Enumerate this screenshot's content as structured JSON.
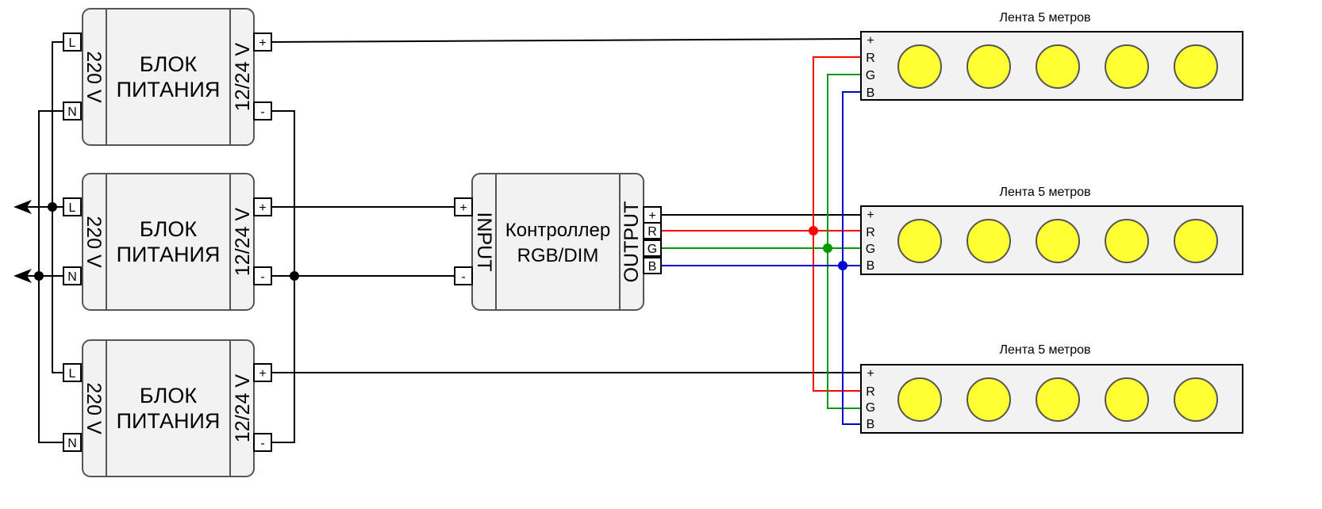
{
  "psu": {
    "title_line1": "БЛОК",
    "title_line2": "ПИТАНИЯ",
    "input_label": "220 V",
    "output_label": "12/24 V",
    "terminals": {
      "l": "L",
      "n": "N",
      "plus": "+",
      "minus": "-"
    }
  },
  "controller": {
    "title_line1": "Контроллер",
    "title_line2": "RGB/DIM",
    "input_label": "INPUT",
    "output_label": "OUTPUT",
    "input_terminals": {
      "plus": "+",
      "minus": "-"
    },
    "output_terminals": {
      "plus": "+",
      "r": "R",
      "g": "G",
      "b": "B"
    }
  },
  "strips": [
    {
      "caption": "Лента 5 метров",
      "terminals": {
        "plus": "+",
        "r": "R",
        "g": "G",
        "b": "B"
      }
    },
    {
      "caption": "Лента 5 метров",
      "terminals": {
        "plus": "+",
        "r": "R",
        "g": "G",
        "b": "B"
      }
    },
    {
      "caption": "Лента 5 метров",
      "terminals": {
        "plus": "+",
        "r": "R",
        "g": "G",
        "b": "B"
      }
    }
  ],
  "colors": {
    "wire": "#000000",
    "red": "#ff0000",
    "green": "#009900",
    "blue": "#0000cc",
    "led": "#ffff33",
    "box_fill": "#f2f2f2",
    "box_stroke": "#555555"
  }
}
